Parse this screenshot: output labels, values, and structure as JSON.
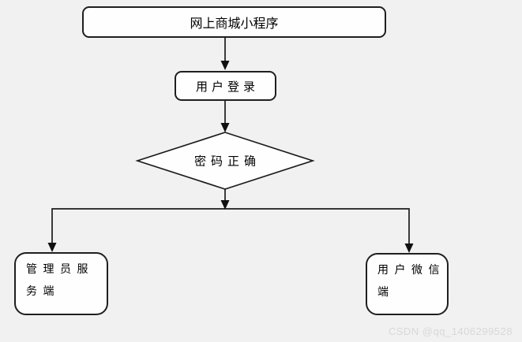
{
  "canvas": {
    "background": "#f1f1f1",
    "line_color": "#1c1c1c",
    "node_fill": "#fefefe",
    "node_border": "#1f1f1f"
  },
  "nodes": {
    "title": {
      "label": "网上商城小程序"
    },
    "login": {
      "label": "用户登录"
    },
    "decision": {
      "label": "密码正确"
    },
    "admin": {
      "lines": [
        "管 理 员 服",
        "务 端"
      ]
    },
    "wechat": {
      "lines": [
        "用 户 微 信",
        "端"
      ]
    }
  },
  "watermark": {
    "text": "CSDN @qq_1406299528",
    "color": "#d8d8d8"
  }
}
